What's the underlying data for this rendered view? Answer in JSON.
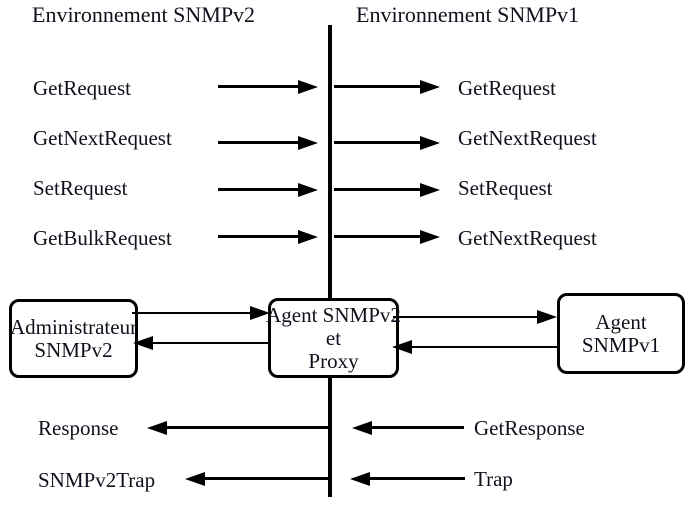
{
  "headers": {
    "left": "Environnement SNMPv2",
    "right": "Environnement SNMPv1"
  },
  "left_requests": [
    "GetRequest",
    "GetNextRequest",
    "SetRequest",
    "GetBulkRequest"
  ],
  "right_requests": [
    "GetRequest",
    "GetNextRequest",
    "SetRequest",
    "GetNextRequest"
  ],
  "boxes": {
    "admin": {
      "lines": [
        "Administrateur",
        "SNMPv2"
      ]
    },
    "proxy": {
      "lines": [
        "Agent SNMPv2",
        "et",
        "Proxy"
      ]
    },
    "agent": {
      "lines": [
        "Agent",
        "SNMPv1"
      ]
    }
  },
  "responses_left": [
    "Response",
    "SNMPv2Trap"
  ],
  "responses_right": [
    "GetResponse",
    "Trap"
  ],
  "colors": {
    "ink": "#000000",
    "background": "#ffffff"
  }
}
